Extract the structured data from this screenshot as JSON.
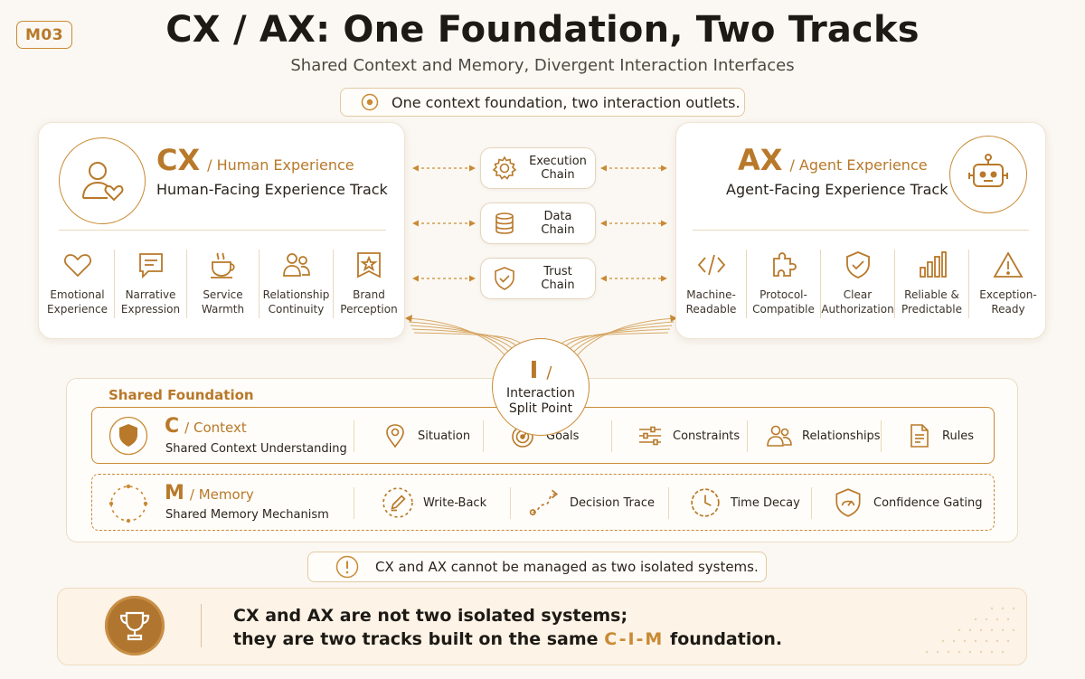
{
  "badge": "M03",
  "title": "CX / AX: One Foundation, Two Tracks",
  "subtitle": "Shared Context and Memory, Divergent Interaction Interfaces",
  "top_note": "One context foundation, two interaction outlets.",
  "cx": {
    "big": "CX",
    "small": "/ Human Experience",
    "sub": "Human-Facing Experience Track",
    "features": [
      {
        "l1": "Emotional",
        "l2": "Experience",
        "icon": "heart-icon"
      },
      {
        "l1": "Narrative",
        "l2": "Expression",
        "icon": "speech-bubble-icon"
      },
      {
        "l1": "Service",
        "l2": "Warmth",
        "icon": "cup-icon"
      },
      {
        "l1": "Relationship",
        "l2": "Continuity",
        "icon": "people-icon"
      },
      {
        "l1": "Brand",
        "l2": "Perception",
        "icon": "badge-star-icon"
      }
    ]
  },
  "ax": {
    "big": "AX",
    "small": "/ Agent Experience",
    "sub": "Agent-Facing Experience Track",
    "features": [
      {
        "l1": "Machine-",
        "l2": "Readable",
        "icon": "code-icon"
      },
      {
        "l1": "Protocol-",
        "l2": "Compatible",
        "icon": "puzzle-icon"
      },
      {
        "l1": "Clear",
        "l2": "Authorization",
        "icon": "shield-check-icon"
      },
      {
        "l1": "Reliable &",
        "l2": "Predictable",
        "icon": "bar-chart-icon"
      },
      {
        "l1": "Exception-",
        "l2": "Ready",
        "icon": "warning-icon"
      }
    ]
  },
  "chains": [
    {
      "l1": "Execution",
      "l2": "Chain",
      "icon": "gear-icon"
    },
    {
      "l1": "Data",
      "l2": "Chain",
      "icon": "database-icon"
    },
    {
      "l1": "Trust",
      "l2": "Chain",
      "icon": "shield-check-icon"
    }
  ],
  "split": {
    "letter": "I",
    "slash": "/",
    "l1": "Interaction",
    "l2": "Split Point"
  },
  "foundation_label": "Shared Foundation",
  "context": {
    "big": "C",
    "small": "/ Context",
    "sub": "Shared Context Understanding",
    "items": [
      "Situation",
      "Goals",
      "Constraints",
      "Relationships",
      "Rules"
    ]
  },
  "memory": {
    "big": "M",
    "small": "/ Memory",
    "sub": "Shared Memory Mechanism",
    "items": [
      "Write-Back",
      "Decision Trace",
      "Time Decay",
      "Confidence Gating"
    ]
  },
  "warning": "CX and AX cannot be managed as two isolated systems.",
  "bottom": {
    "line1": "CX and AX are not two isolated systems;",
    "line2_a": "they are two tracks built on the same",
    "cim": "C-I-M",
    "line2_b": "foundation."
  },
  "colors": {
    "accent": "#b8792a",
    "accent_light": "#c98a35",
    "bg": "#fbf8f3"
  }
}
